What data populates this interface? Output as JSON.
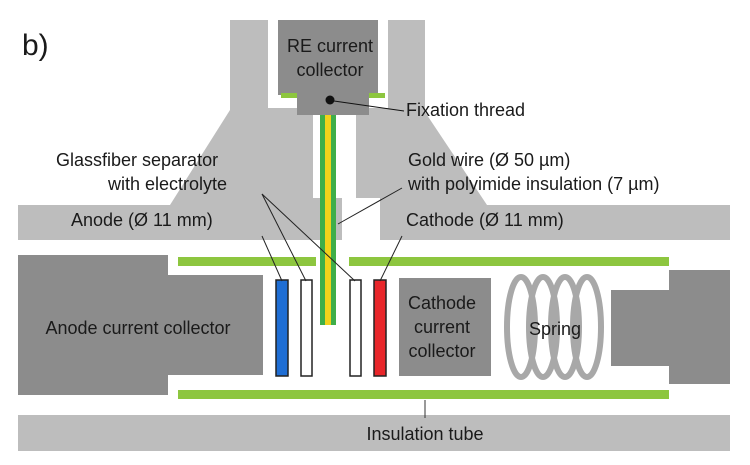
{
  "figure": {
    "panel_label": "b)"
  },
  "labels": {
    "re_collector_line1": "RE current",
    "re_collector_line2": "collector",
    "fixation_thread": "Fixation thread",
    "separator_line1": "Glassfiber separator",
    "separator_line2": "with electrolyte",
    "gold_wire_line1": "Gold wire (Ø 50 µm)",
    "gold_wire_line2": "with polyimide insulation (7 µm)",
    "anode": "Anode (Ø 11 mm)",
    "cathode": "Cathode (Ø 11 mm)",
    "anode_collector": "Anode current collector",
    "cathode_collector_line1": "Cathode",
    "cathode_collector_line2": "current",
    "cathode_collector_line3": "collector",
    "spring": "Spring",
    "insulation_tube": "Insulation tube"
  },
  "colors": {
    "housing": "#bdbdbd",
    "collector": "#8c8c8c",
    "insulation_green": "#8dc63f",
    "anode_blue": "#1f6ed4",
    "cathode_red": "#e8262a",
    "gold_wire": "#f2d21b",
    "wire_insulation": "#3fae49"
  }
}
